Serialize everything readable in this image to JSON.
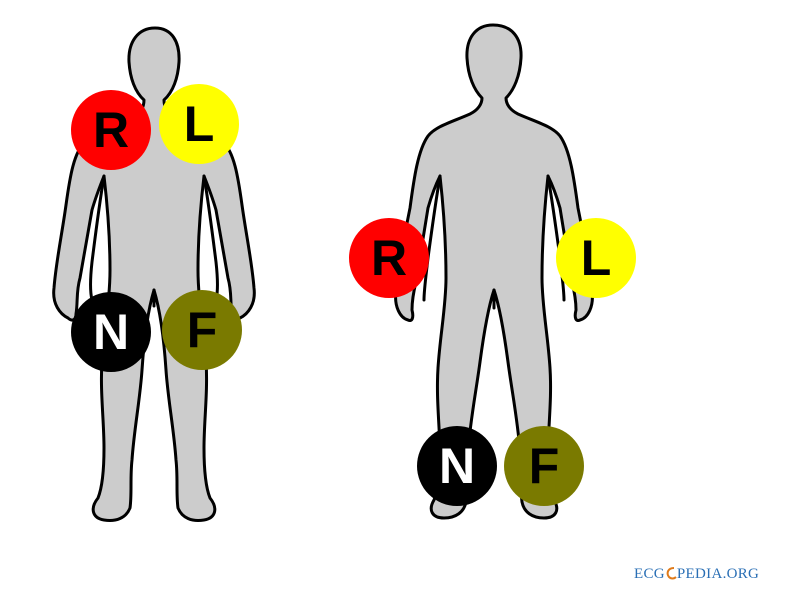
{
  "figures": [
    {
      "name": "front-torso-placement",
      "electrodes": [
        {
          "id": "R",
          "label": "R",
          "fill": "#ff0000",
          "text": "#000000"
        },
        {
          "id": "L",
          "label": "L",
          "fill": "#ffff00",
          "text": "#000000"
        },
        {
          "id": "N",
          "label": "N",
          "fill": "#000000",
          "text": "#ffffff"
        },
        {
          "id": "F",
          "label": "F",
          "fill": "#7a7a00",
          "text": "#000000"
        }
      ]
    },
    {
      "name": "limb-placement",
      "electrodes": [
        {
          "id": "R",
          "label": "R",
          "fill": "#ff0000",
          "text": "#000000"
        },
        {
          "id": "L",
          "label": "L",
          "fill": "#ffff00",
          "text": "#000000"
        },
        {
          "id": "N",
          "label": "N",
          "fill": "#000000",
          "text": "#ffffff"
        },
        {
          "id": "F",
          "label": "F",
          "fill": "#7a7a00",
          "text": "#000000"
        }
      ]
    }
  ],
  "colors": {
    "body_fill": "#cccccc",
    "outline": "#000000",
    "watermark": "#2a6fb5"
  },
  "watermark": {
    "left": "ECG",
    "right": "PEDIA.ORG"
  }
}
